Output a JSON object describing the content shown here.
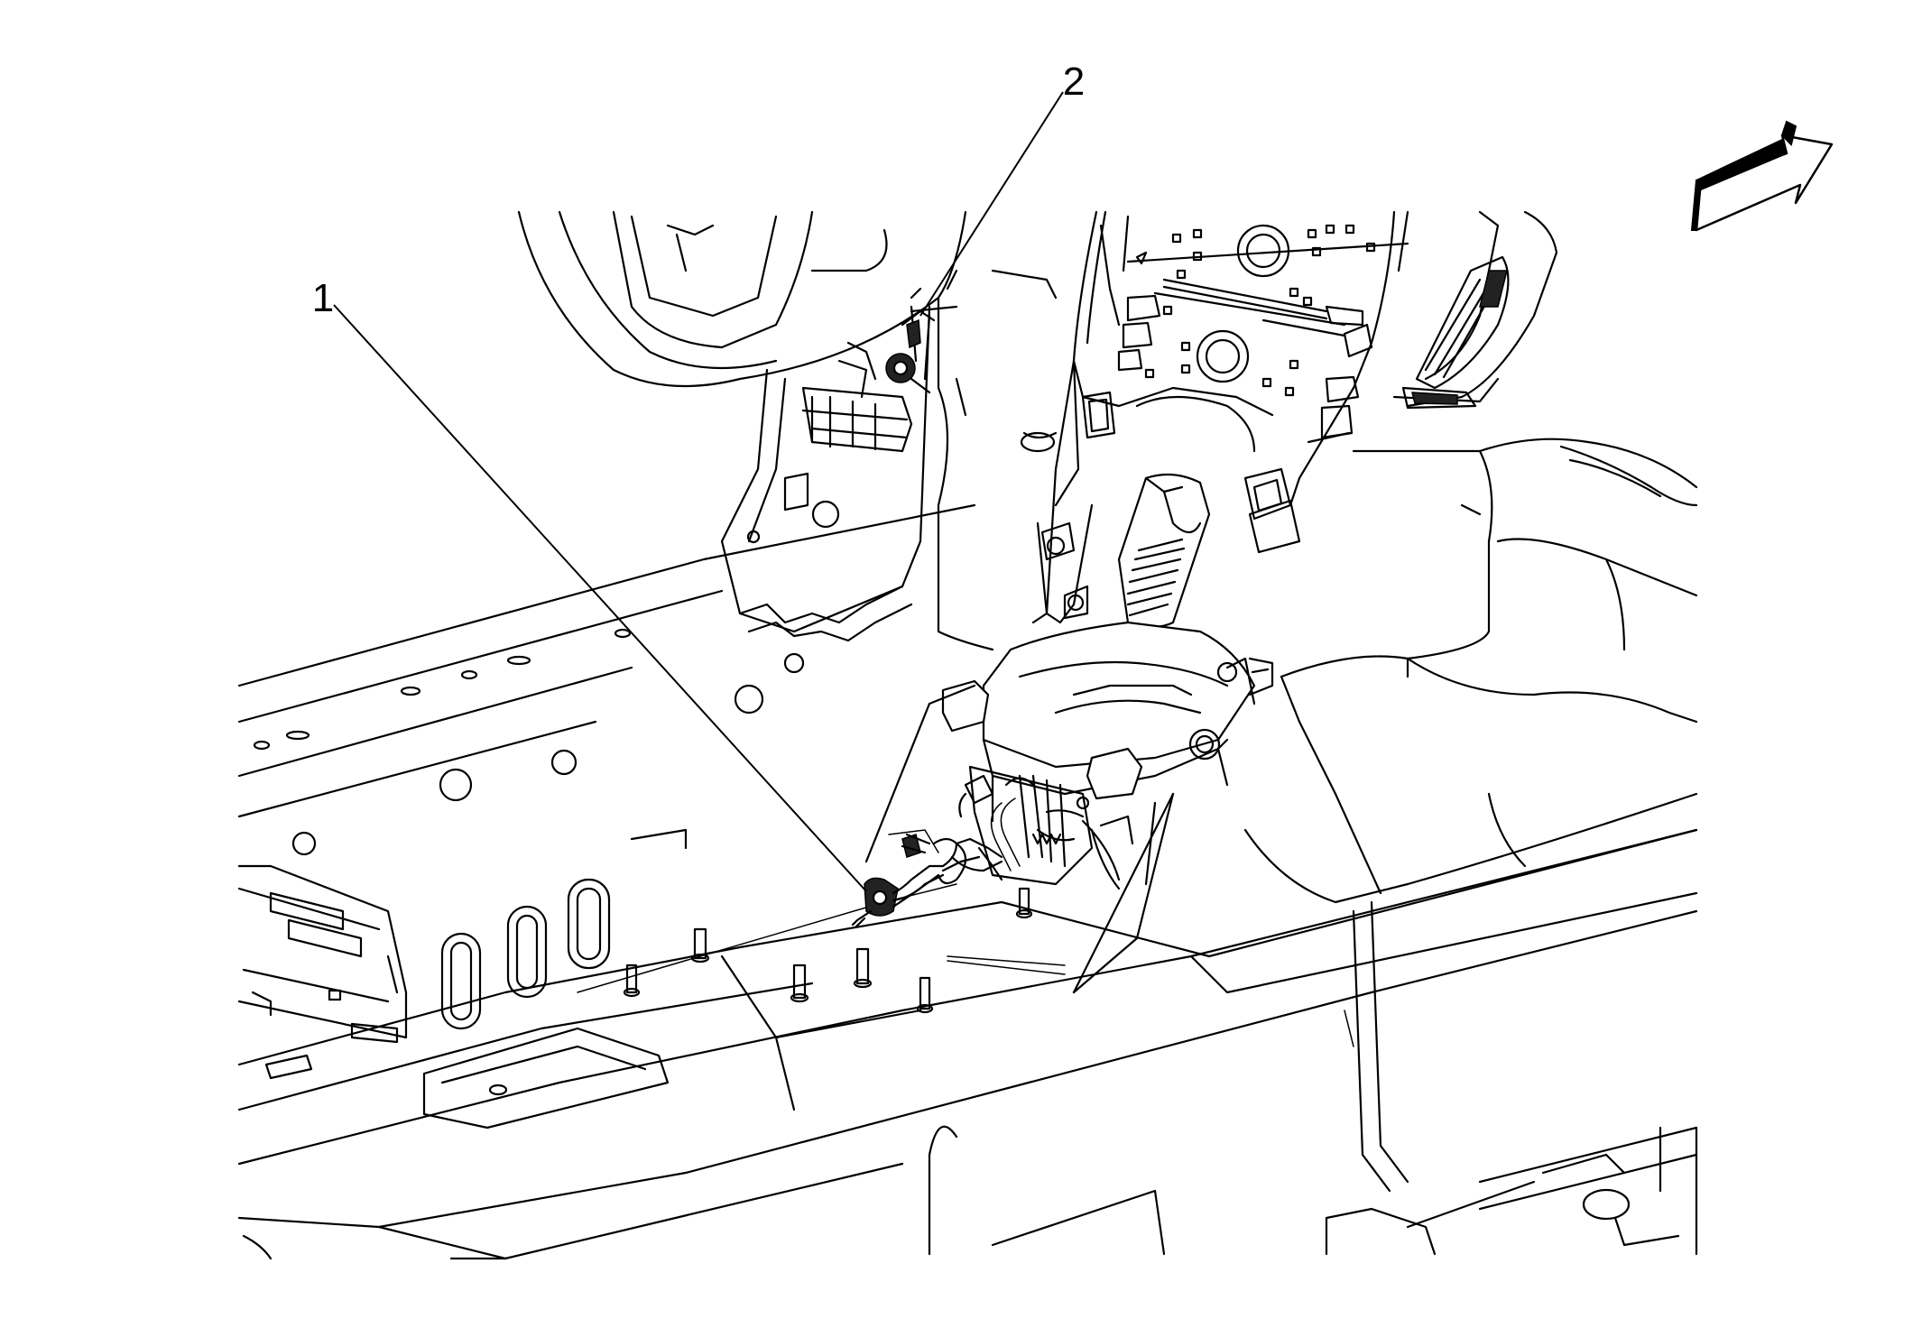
{
  "callouts": [
    {
      "id": "1",
      "label": "1"
    },
    {
      "id": "2",
      "label": "2"
    }
  ],
  "icons": {
    "direction": "forward-direction-arrow-icon"
  },
  "colors": {
    "line": "#000000",
    "background": "#ffffff"
  }
}
